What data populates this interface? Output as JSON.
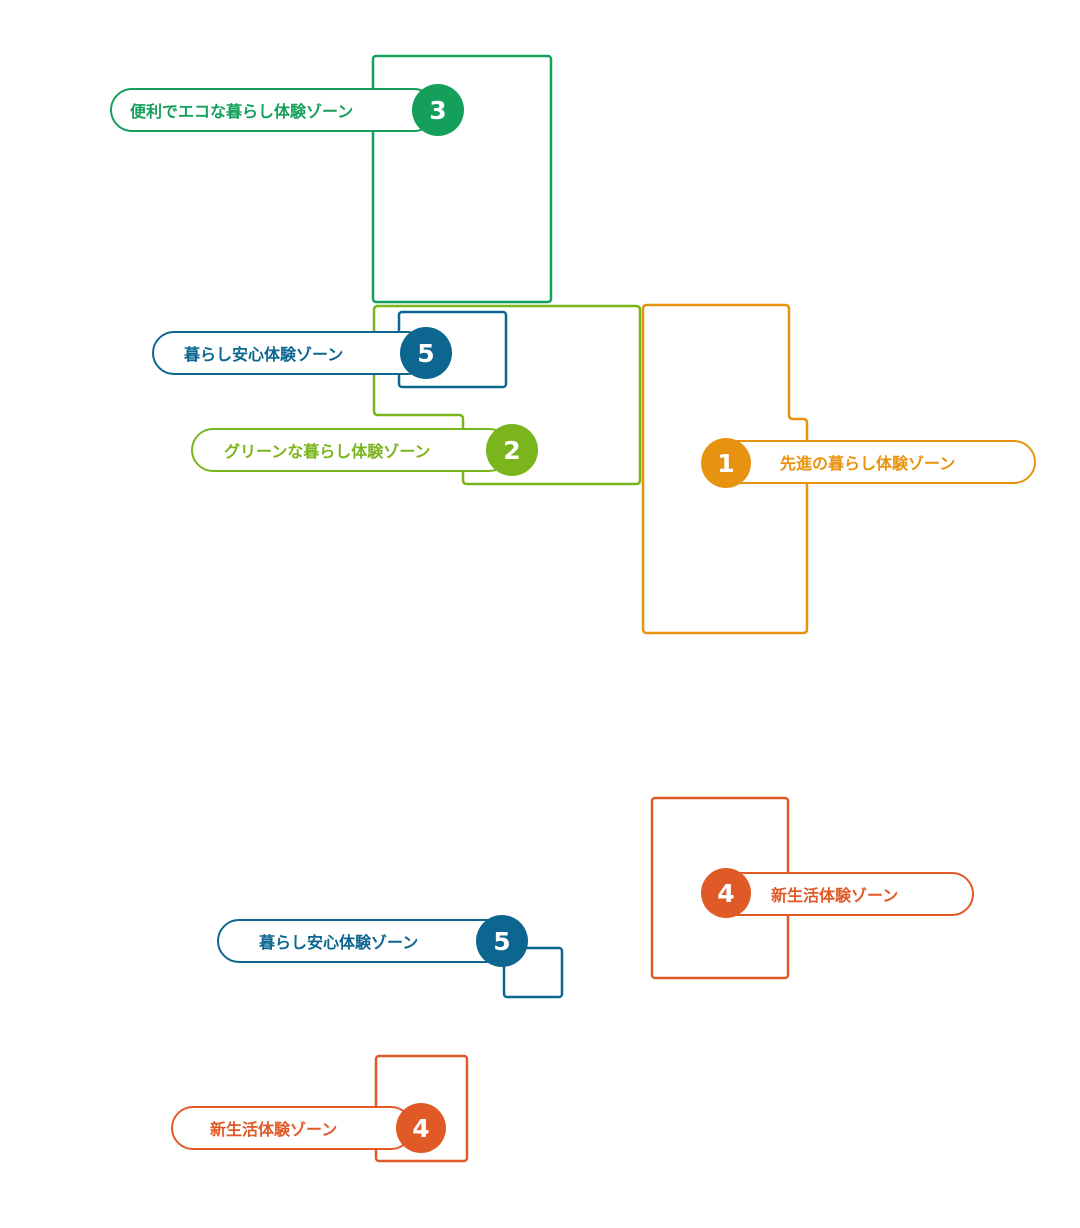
{
  "colors": {
    "zone1": "#e8930f",
    "zone2": "#7ab51d",
    "zone3": "#14a05a",
    "zone4": "#e05a28",
    "zone5": "#0d6690",
    "background": "#ffffff"
  },
  "zones": [
    {
      "number": "1",
      "label": "先進の暮らし体験ゾーン"
    },
    {
      "number": "2",
      "label": "グリーンな暮らし体験ゾーン"
    },
    {
      "number": "3",
      "label": "便利でエコな暮らし体験ゾーン"
    },
    {
      "number": "4",
      "label": "新生活体験ゾーン"
    },
    {
      "number": "5",
      "label": "暮らし安心体験ゾーン"
    }
  ]
}
